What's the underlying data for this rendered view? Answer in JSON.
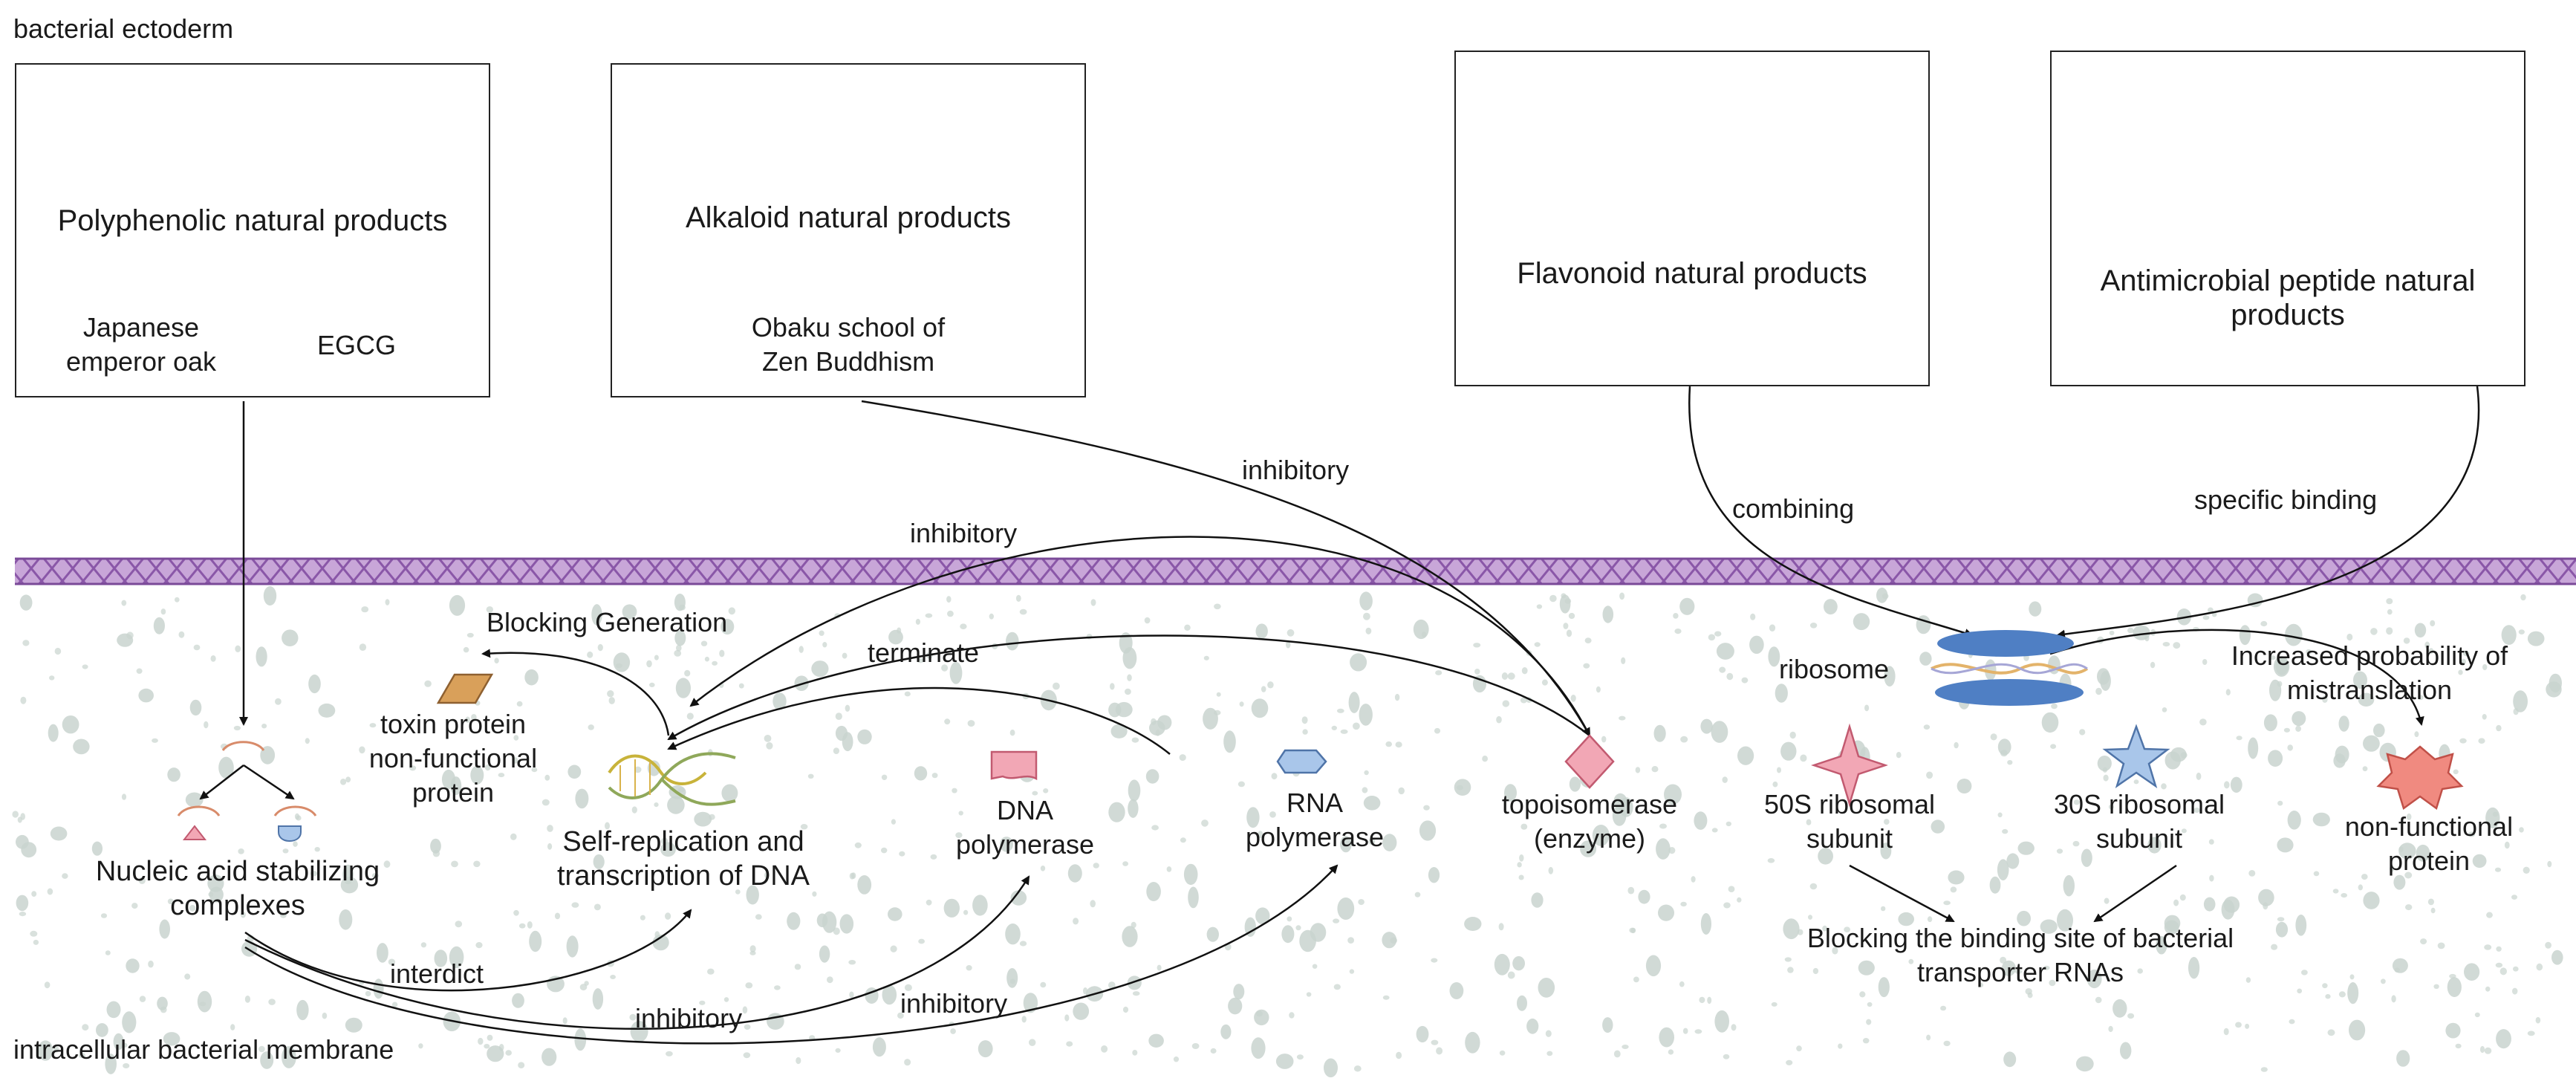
{
  "regions": {
    "outside": "bacterial ectoderm",
    "inside": "intracellular bacterial membrane"
  },
  "boxes": {
    "polyphenol": {
      "title": "Polyphenolic natural products",
      "item1": "Japanese\nemperor oak",
      "item2": "EGCG",
      "icon": "tree-branch-icon"
    },
    "alkaloid": {
      "title": "Alkaloid natural products",
      "item1": "Obaku school of\nZen Buddhism",
      "icon": "bark-pieces-icon"
    },
    "flavonoid": {
      "title": "Flavonoid natural products",
      "icon": "ginger-root-icon"
    },
    "peptide": {
      "title": "Antimicrobial peptide natural\nproducts",
      "icon": "green-plant-icon"
    }
  },
  "nodes": {
    "toxin": "toxin protein\nnon-functional\nprotein",
    "nucleic": "Nucleic acid stabilizing\ncomplexes",
    "dna_rep": "Self-replication and\ntranscription of DNA",
    "dna_pol": "DNA\npolymerase",
    "rna_pol": "RNA\npolymerase",
    "topo": "topoisomerase\n(enzyme)",
    "ribosome": "ribosome",
    "s50": "50S ribosomal\nsubunit",
    "s30": "30S ribosomal\nsubunit",
    "nonfunc": "non-functional\nprotein",
    "blocking": "Blocking the binding site of bacterial\ntransporter RNAs",
    "mistrans": "Increased probability of\nmistranslation"
  },
  "edges": {
    "inhibitory_top": "inhibitory",
    "inhibitory_mid": "inhibitory",
    "blocking_gen": "Blocking Generation",
    "terminate": "terminate",
    "combining": "combining",
    "specific_binding": "specific binding",
    "interdict": "interdict",
    "inhibitory_b1": "inhibitory",
    "inhibitory_b2": "inhibitory"
  },
  "colors": {
    "membrane": "#8a57a8",
    "speckle": "#c9d4cf",
    "pink": "#f2a7b5",
    "blue": "#a9c6ea",
    "ribosome": "#4f7fc4",
    "star_red": "#f08a80",
    "tan": "#d9a05a"
  }
}
